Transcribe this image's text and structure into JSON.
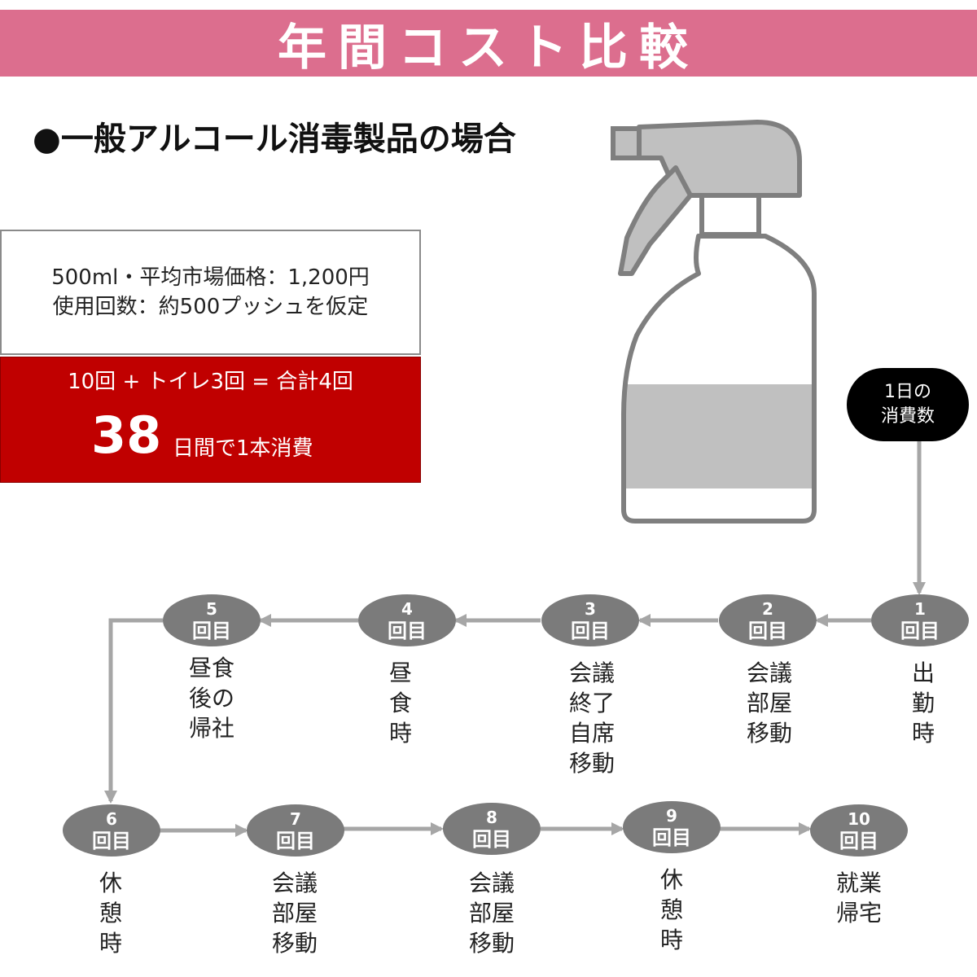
{
  "header": {
    "title": "年間コスト比較"
  },
  "subtitle": "●一般アルコール消毒製品の場合",
  "info": {
    "line1": "500ml・平均市場価格：1,200円",
    "line2": "使用回数：約500プッシュを仮定"
  },
  "summary": {
    "line1": "10回 + トイレ3回 = 合計4回",
    "days": "38",
    "days_suffix": "日間で1本消費"
  },
  "daily_label": {
    "line1": "1日の",
    "line2": "消費数"
  },
  "colors": {
    "banner": "#dc6e8e",
    "red_box": "#c00000",
    "node": "#7b7b7b",
    "arrow": "#a6a6a6",
    "bottle_liquid": "#c0c0c0",
    "bottle_outline": "#7f7f7f"
  },
  "steps": [
    {
      "num": "1",
      "unit": "回目",
      "caption": "出\n勤\n時"
    },
    {
      "num": "2",
      "unit": "回目",
      "caption": "会議\n部屋\n移動"
    },
    {
      "num": "3",
      "unit": "回目",
      "caption": "会議\n終了\n自席\n移動"
    },
    {
      "num": "4",
      "unit": "回目",
      "caption": "昼\n食\n時"
    },
    {
      "num": "5",
      "unit": "回目",
      "caption": "昼食\n後の\n帰社"
    },
    {
      "num": "6",
      "unit": "回目",
      "caption": "休\n憩\n時"
    },
    {
      "num": "7",
      "unit": "回目",
      "caption": "会議\n部屋\n移動"
    },
    {
      "num": "8",
      "unit": "回目",
      "caption": "会議\n部屋\n移動"
    },
    {
      "num": "9",
      "unit": "回目",
      "caption": "休\n憩\n時"
    },
    {
      "num": "10",
      "unit": "回目",
      "caption": "就業\n帰宅"
    }
  ]
}
